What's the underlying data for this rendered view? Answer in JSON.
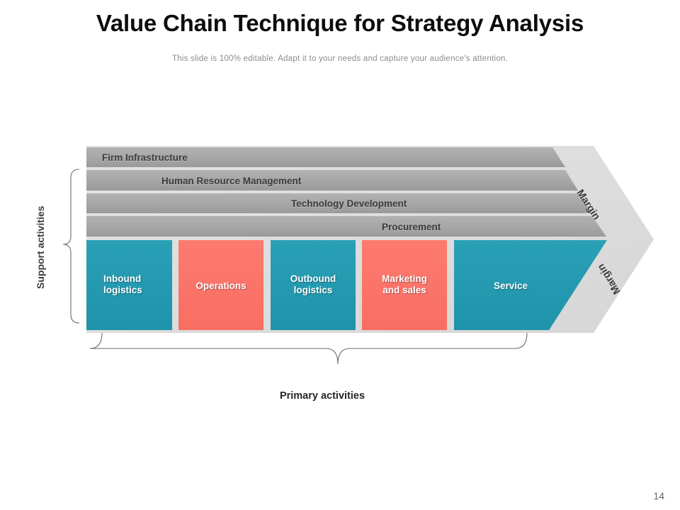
{
  "header": {
    "title": "Value Chain Technique for Strategy Analysis",
    "subtitle": "This slide is 100% editable. Adapt it to your needs and capture your audience's attention."
  },
  "diagram": {
    "support_label": "Support activities",
    "primary_label": "Primary activities",
    "margin_label_top": "Margin",
    "margin_label_bottom": "Margin",
    "support_activities": [
      {
        "label": "Firm Infrastructure",
        "align": "left"
      },
      {
        "label": "Human Resource Management",
        "align": "center-left"
      },
      {
        "label": "Technology Development",
        "align": "center-right"
      },
      {
        "label": "Procurement",
        "align": "right"
      }
    ],
    "primary_activities": [
      {
        "label": "Inbound\nlogistics",
        "color": "#2099b0"
      },
      {
        "label": "Operations",
        "color": "#fb7469"
      },
      {
        "label": "Outbound\nlogistics",
        "color": "#2099b0"
      },
      {
        "label": "Marketing\nand sales",
        "color": "#fb7469"
      },
      {
        "label": "Service",
        "color": "#2099b0"
      }
    ]
  },
  "colors": {
    "teal": "#2099b0",
    "coral": "#fb7469",
    "bar_gray": "#a8a8a8",
    "arrow_gray": "#dcdcdc",
    "text_dark": "#3b3b3b",
    "subtitle_gray": "#8c8c8c"
  },
  "footer": {
    "page_number": "14"
  }
}
